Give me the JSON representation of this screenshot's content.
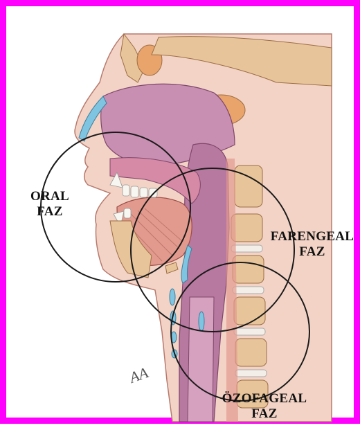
{
  "colors": {
    "frame": "#ff00ff",
    "circle": "#1a1a1a",
    "mucosa": "#c98fb3",
    "mucosa_dark": "#9e5a8a",
    "muscle": "#e39a8e",
    "bone": "#e8c49a",
    "cartilage": "#7fc4e0",
    "skin": "#f2d3c6",
    "disc": "#f3efe8"
  },
  "phases": [
    {
      "line1": "ORAL",
      "line2": "FAZ"
    },
    {
      "line1": "FARENGEAL",
      "line2": "FAZ"
    },
    {
      "line1": "ÖZOFAGEAL",
      "line2": "FAZ"
    }
  ],
  "signature": "AA",
  "icons": [
    "swallowing-anatomy-illustration"
  ]
}
